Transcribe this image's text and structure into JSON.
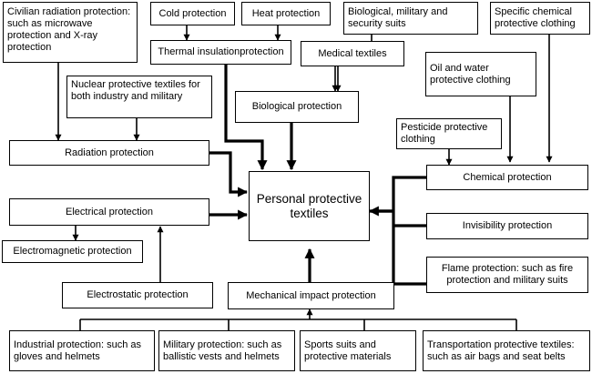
{
  "nodes": {
    "civilian": "Civilian radiation protection: such as microwave protection and X-ray protection",
    "cold": "Cold protection",
    "heat": "Heat protection",
    "bio_mil_sec": "Biological, military and security suits",
    "specific_chem": "Specific chemical protective clothing",
    "thermal": "Thermal insulationprotection",
    "medical": "Medical textiles",
    "oil_water": "Oil and water protective clothing",
    "nuclear": "Nuclear protective textiles for both industry and military",
    "biological": "Biological protection",
    "pesticide": "Pesticide protective clothing",
    "radiation": "Radiation protection",
    "chemical": "Chemical protection",
    "core": "Personal protective textiles",
    "electrical": "Electrical protection",
    "invisibility": "Invisibility protection",
    "electromagnetic": "Electromagnetic protection",
    "flame": "Flame protection: such as fire protection and military suits",
    "electrostatic": "Electrostatic protection",
    "mechanical": "Mechanical impact protection",
    "industrial": "Industrial protection: such as gloves and helmets",
    "military": "Military protection: such as ballistic vests and helmets",
    "sports": "Sports suits and protective materials",
    "transport": "Transportation protective textiles: such as air bags and seat belts"
  }
}
